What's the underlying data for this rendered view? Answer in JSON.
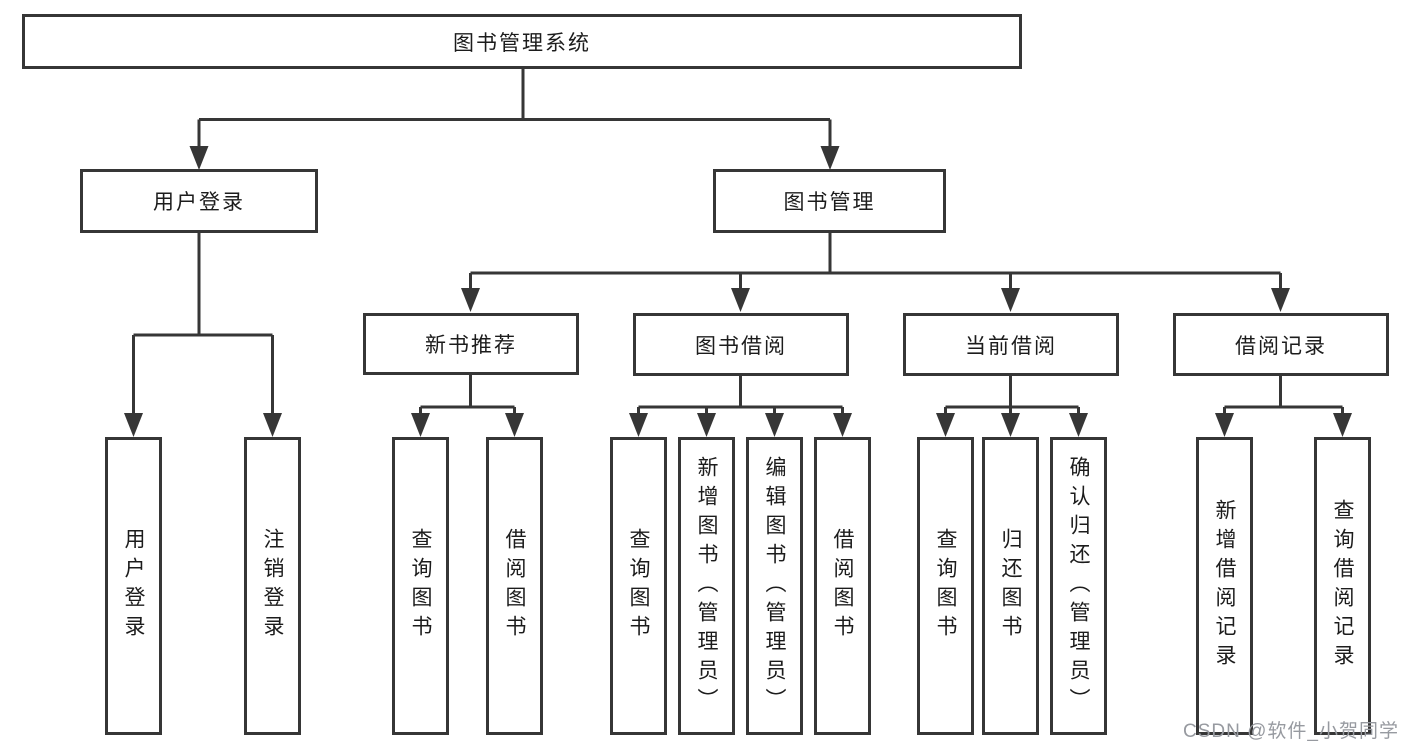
{
  "diagram": {
    "root": {
      "label": "图书管理系统"
    },
    "level2": [
      {
        "id": "user-login",
        "label": "用户登录"
      },
      {
        "id": "book-management",
        "label": "图书管理"
      }
    ],
    "level3": [
      {
        "id": "new-book-recommend",
        "label": "新书推荐",
        "parent": "图书管理"
      },
      {
        "id": "book-borrow",
        "label": "图书借阅",
        "parent": "图书管理"
      },
      {
        "id": "current-borrow",
        "label": "当前借阅",
        "parent": "图书管理"
      },
      {
        "id": "borrow-records",
        "label": "借阅记录",
        "parent": "图书管理"
      }
    ],
    "leaves": [
      {
        "parent": "用户登录",
        "label": "用户登录"
      },
      {
        "parent": "用户登录",
        "label": "注销登录"
      },
      {
        "parent": "新书推荐",
        "label": "查询图书"
      },
      {
        "parent": "新书推荐",
        "label": "借阅图书"
      },
      {
        "parent": "图书借阅",
        "label": "查询图书"
      },
      {
        "parent": "图书借阅",
        "label": "新增图书（管理员）"
      },
      {
        "parent": "图书借阅",
        "label": "编辑图书（管理员）"
      },
      {
        "parent": "图书借阅",
        "label": "借阅图书"
      },
      {
        "parent": "当前借阅",
        "label": "查询图书"
      },
      {
        "parent": "当前借阅",
        "label": "归还图书"
      },
      {
        "parent": "当前借阅",
        "label": "确认归还（管理员）"
      },
      {
        "parent": "借阅记录",
        "label": "新增借阅记录"
      },
      {
        "parent": "借阅记录",
        "label": "查询借阅记录"
      }
    ],
    "colors": {
      "line": "#363636",
      "text": "#1c1c1c",
      "background": "#ffffff",
      "watermark": "#979aa0"
    }
  },
  "watermark": {
    "text": "CSDN @软件_小贺同学"
  }
}
